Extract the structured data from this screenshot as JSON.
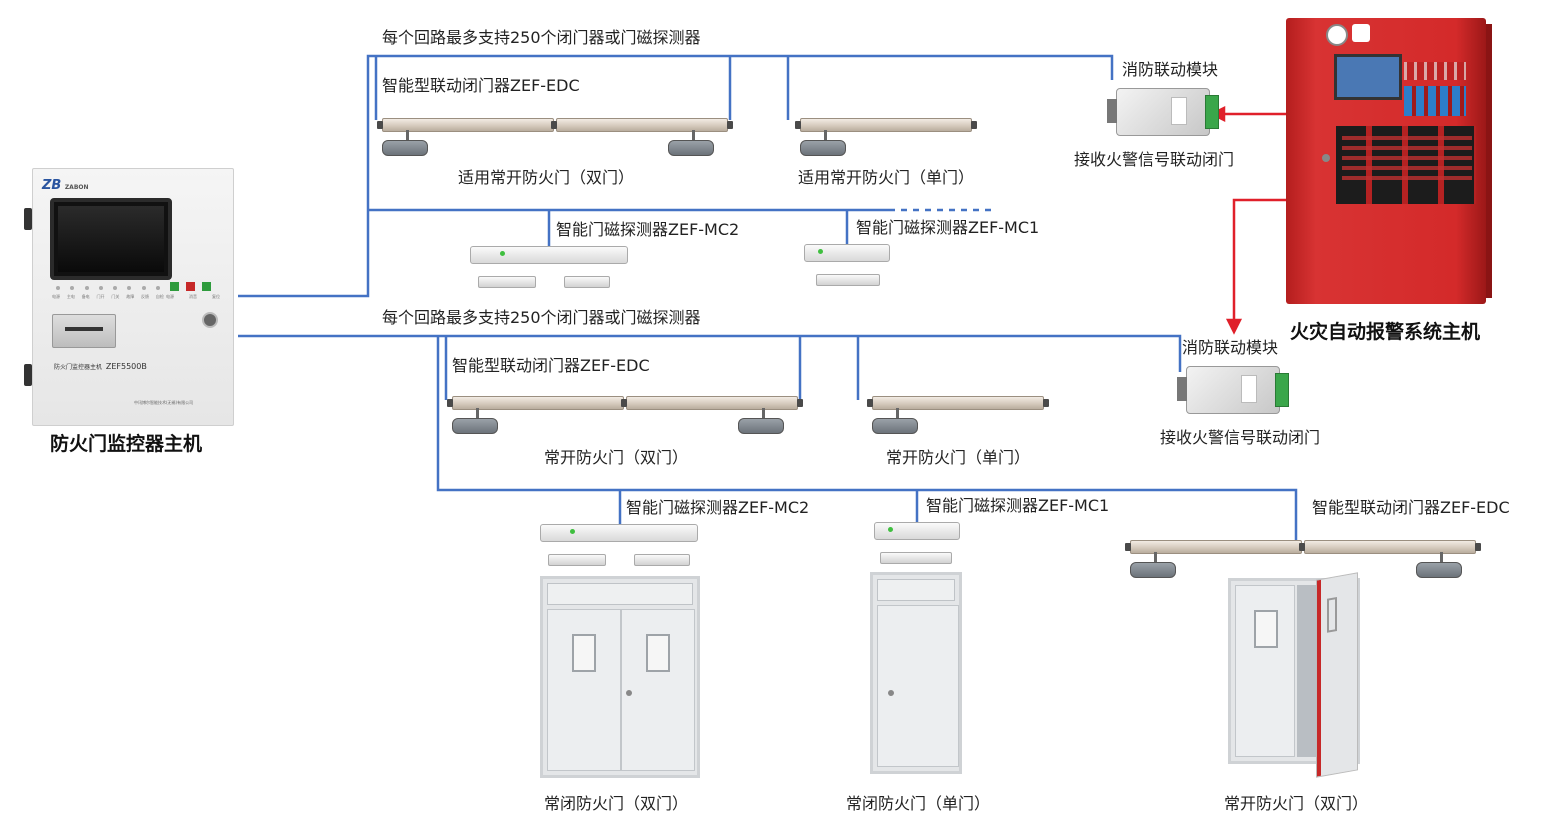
{
  "top_loop": {
    "capacity_note": "每个回路最多支持250个闭门器或门磁探测器",
    "closer_label": "智能型联动闭门器ZEF-EDC",
    "double_door_label": "适用常开防火门（双门）",
    "single_door_label": "适用常开防火门（单门）",
    "detector_mc2_label": "智能门磁探测器ZEF-MC2",
    "detector_mc1_label": "智能门磁探测器ZEF-MC1"
  },
  "bottom_loop": {
    "capacity_note": "每个回路最多支持250个闭门器或门磁探测器",
    "closer_label": "智能型联动闭门器ZEF-EDC",
    "double_door_label": "常开防火门（双门）",
    "single_door_label": "常开防火门（单门）",
    "detector_mc2_label": "智能门磁探测器ZEF-MC2",
    "detector_mc1_label": "智能门磁探测器ZEF-MC1",
    "closer_right_label": "智能型联动闭门器ZEF-EDC",
    "closed_double_label": "常闭防火门（双门）",
    "closed_single_label": "常闭防火门（单门）",
    "open_double_label": "常开防火门（双门）"
  },
  "controller": {
    "title": "防火门监控器主机",
    "brand": "ZABON",
    "model": "ZEF5500B",
    "device_name": "防火门监控器主机",
    "maker": "中讯博尔智能技术(无锡)有限公司",
    "indicators": [
      "电源",
      "主电",
      "备电",
      "门开",
      "门关",
      "故障",
      "反馈",
      "自检"
    ],
    "buttons": [
      "电源",
      "消音",
      "复位"
    ]
  },
  "fire_alarm": {
    "title": "火灾自动报警系统主机"
  },
  "module_top": {
    "name": "消防联动模块",
    "caption": "接收火警信号联动闭门"
  },
  "module_bottom": {
    "name": "消防联动模块",
    "caption": "接收火警信号联动闭门"
  },
  "colors": {
    "wire": "#4472c4",
    "signal": "#e0202a",
    "alarm_body": "#d42a2a"
  }
}
